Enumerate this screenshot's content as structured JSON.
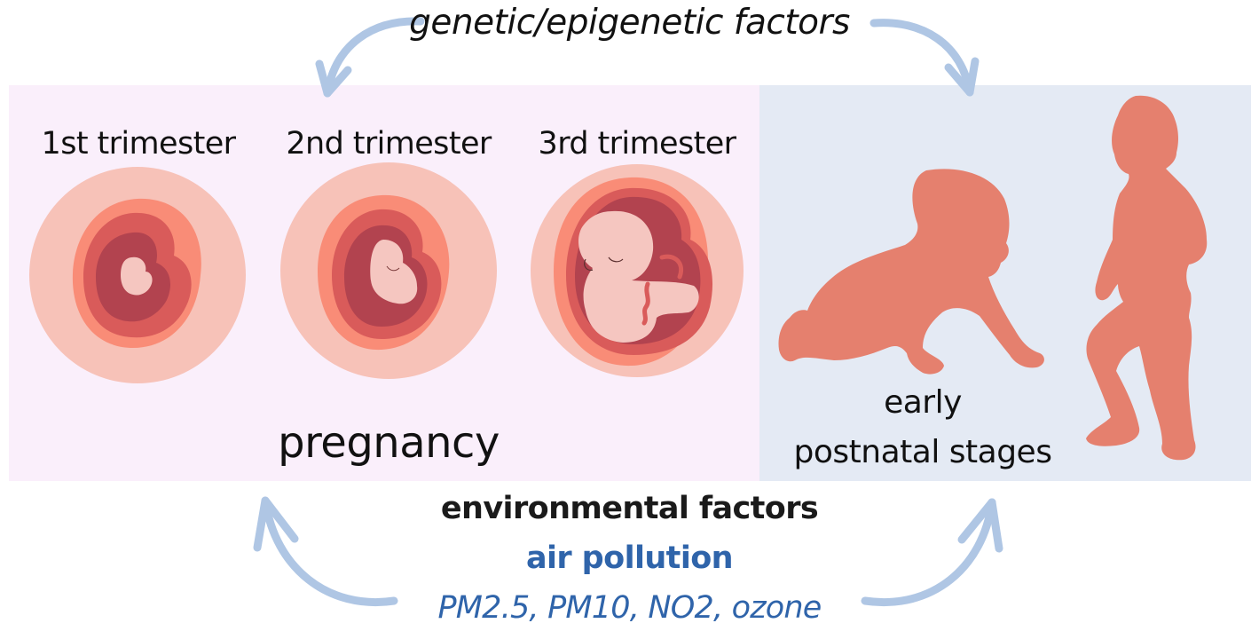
{
  "header": {
    "title": "genetic/epigenetic factors"
  },
  "pregnancy_panel": {
    "background": "#FAEFFB",
    "stages": [
      {
        "label": "1st trimester",
        "illustration": "embryo-1st-trimester"
      },
      {
        "label": "2nd trimester",
        "illustration": "fetus-2nd-trimester"
      },
      {
        "label": "3rd trimester",
        "illustration": "fetus-3rd-trimester"
      }
    ],
    "caption": "pregnancy"
  },
  "postnatal_panel": {
    "background": "#E4EAF4",
    "figures": [
      "crawling-baby-silhouette",
      "standing-toddler-silhouette"
    ],
    "caption_line1": "early",
    "caption_line2": "postnatal stages"
  },
  "footer": {
    "environmental_label": "environmental factors",
    "air_pollution_label": "air pollution",
    "pollutants_label": "PM2.5, PM10, NO2, ozone",
    "pollutants": [
      "PM2.5",
      "PM10",
      "NO2",
      "ozone"
    ]
  },
  "colors": {
    "arrow": "#AFC6E4",
    "accent_text": "#2F64AA",
    "silhouette": "#E5806E",
    "womb_outer": "#F7C2B8",
    "womb_salmon": "#F98C77",
    "womb_red": "#D95B5A",
    "womb_dark": "#B2434F",
    "embryo": "#F5C6C0"
  },
  "arrows": [
    {
      "name": "genetic-to-pregnancy",
      "direction": "down-left"
    },
    {
      "name": "genetic-to-postnatal",
      "direction": "down-right"
    },
    {
      "name": "environment-to-pregnancy",
      "direction": "up-left"
    },
    {
      "name": "environment-to-postnatal",
      "direction": "up-right"
    }
  ]
}
